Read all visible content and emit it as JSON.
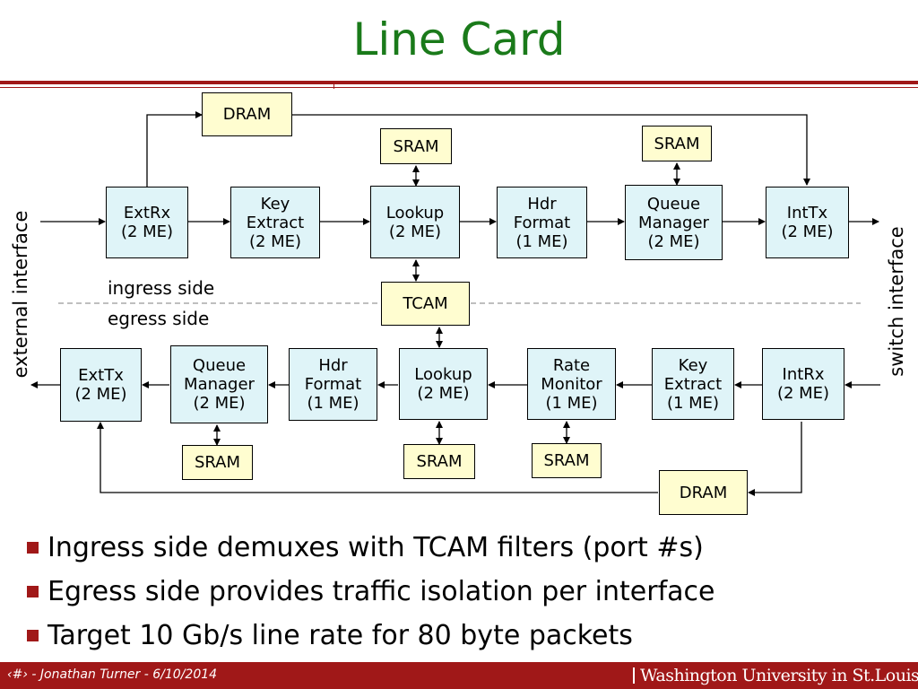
{
  "title": "Line Card",
  "labels": {
    "ingress_side": "ingress side",
    "egress_side": "egress side",
    "external_interface": "external interface",
    "switch_interface": "switch interface"
  },
  "ingress": {
    "dram": "DRAM",
    "sram_lookup": "SRAM",
    "sram_queue": "SRAM",
    "extrx": "ExtRx\n(2 ME)",
    "key_extract": "Key\nExtract\n(2 ME)",
    "lookup": "Lookup\n(2 ME)",
    "hdr_format": "Hdr\nFormat\n(1 ME)",
    "queue_manager": "Queue\nManager\n(2 ME)",
    "inttx": "IntTx\n(2 ME)"
  },
  "tcam": "TCAM",
  "egress": {
    "exttx": "ExtTx\n(2 ME)",
    "queue_manager": "Queue\nManager\n(2 ME)",
    "hdr_format": "Hdr\nFormat\n(1 ME)",
    "lookup": "Lookup\n(2 ME)",
    "rate_monitor": "Rate\nMonitor\n(1 ME)",
    "key_extract": "Key\nExtract\n(1 ME)",
    "intrx": "IntRx\n(2 ME)",
    "sram_queue": "SRAM",
    "sram_lookup": "SRAM",
    "sram_rate": "SRAM",
    "dram": "DRAM"
  },
  "bullets": [
    "Ingress side demuxes with TCAM filters (port #s)",
    "Egress side provides traffic isolation per interface",
    "Target 10 Gb/s line rate for 80 byte packets"
  ],
  "footer": {
    "left": "‹#› - Jonathan Turner - 6/10/2014",
    "right": "Washington University in St.Louis"
  },
  "colors": {
    "title": "#1a7a1a",
    "accent": "#a01818",
    "me_box": "#dff4f8",
    "memory_box": "#fffdd0"
  }
}
